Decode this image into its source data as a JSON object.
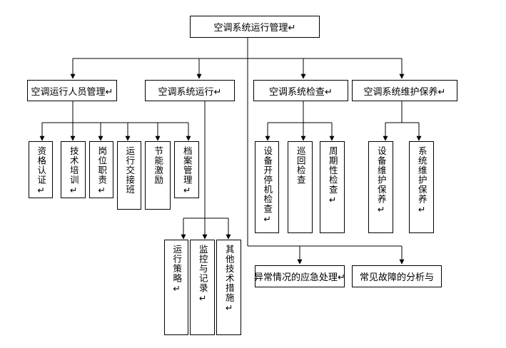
{
  "root": "空调系统运行管理↵",
  "level1": {
    "personnel": "空调运行人员管理↵",
    "operation": "空调系统运行↵",
    "inspection": "空调系统检查↵",
    "maintenance": "空调系统维护保养↵"
  },
  "personnel_children": [
    "资格认证↵",
    "技术培训↵",
    "岗位职责↵",
    "运行交接班",
    "节能激励",
    "档案管理↵"
  ],
  "operation_children": [
    "运行策略↵",
    "监控与记录↵",
    "其他技术措施↵"
  ],
  "inspection_children": [
    "设备开停机检查↵",
    "巡回检查",
    "周期性检查↵"
  ],
  "maintenance_children": [
    "设备维护保养↵",
    "系统维护保养↵"
  ],
  "bottom": {
    "emergency": "异常情况的应急处理↵",
    "fault": "常见故障的分析与"
  }
}
